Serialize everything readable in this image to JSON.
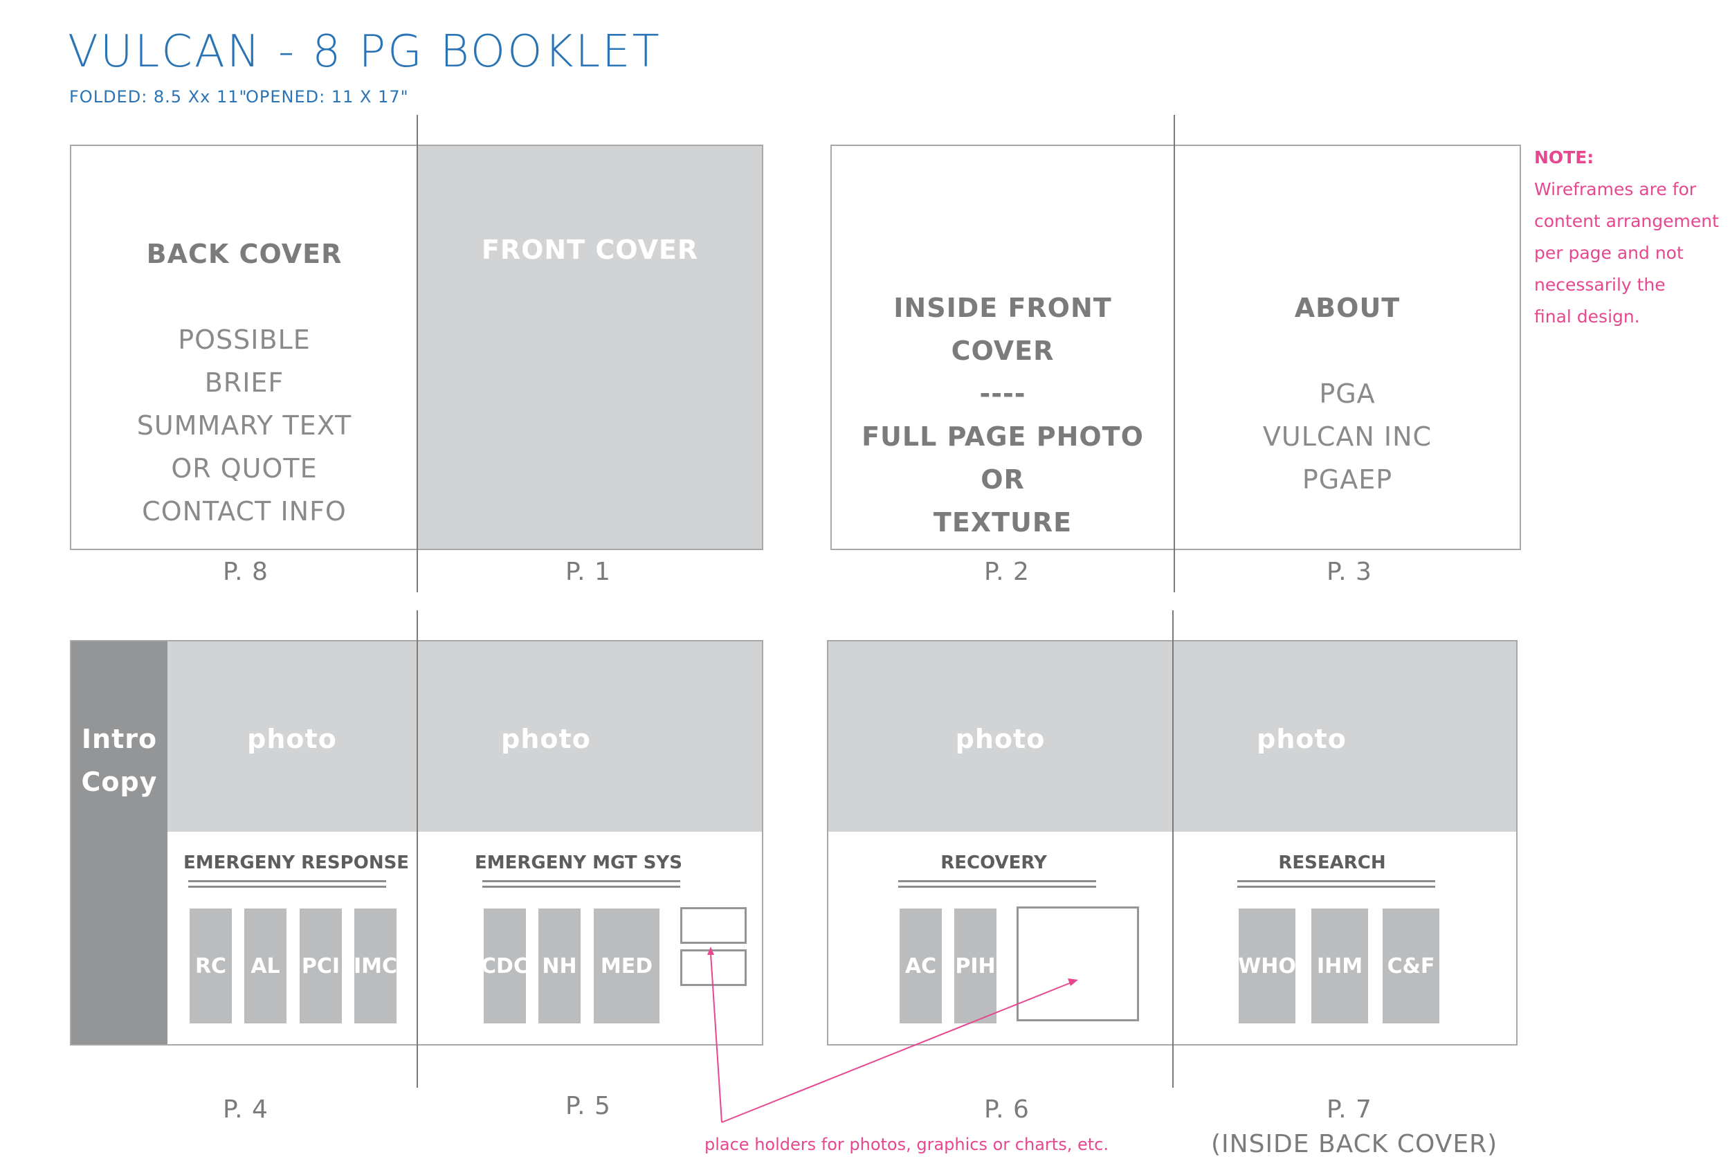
{
  "header": {
    "title": "VULCAN - 8 PG BOOKLET",
    "folded": "FOLDED: 8.5 Xx 11\"",
    "opened": "OPENED: 11 X 17\""
  },
  "note": {
    "heading": "NOTE:",
    "lines": [
      "Wireframes are for",
      "content arrangement",
      "per page and not",
      "necessarily the",
      "final design."
    ]
  },
  "spread1": {
    "p8": {
      "heading": "BACK COVER",
      "lines": [
        "POSSIBLE",
        "BRIEF",
        "SUMMARY TEXT",
        "OR QUOTE",
        "CONTACT INFO"
      ],
      "label": "P. 8"
    },
    "p1": {
      "heading": "FRONT COVER",
      "label": "P. 1"
    }
  },
  "spread2": {
    "p2": {
      "lines": [
        "INSIDE FRONT",
        "COVER",
        "----",
        "FULL PAGE PHOTO",
        "OR",
        "TEXTURE"
      ],
      "label": "P. 2"
    },
    "p3": {
      "heading": "ABOUT",
      "lines": [
        "PGA",
        "VULCAN INC",
        "PGAEP"
      ],
      "label": "P. 3"
    }
  },
  "spread3": {
    "intro": [
      "Intro",
      "Copy"
    ],
    "p4": {
      "photo": "photo",
      "section": "EMERGENY RESPONSE",
      "tiles": [
        "RC",
        "AL",
        "PCI",
        "IMC"
      ],
      "label": "P. 4"
    },
    "p5": {
      "photo": "photo",
      "section": "EMERGENY MGT SYS",
      "tiles": [
        "CDC",
        "NH",
        "MED"
      ],
      "label": "P. 5"
    }
  },
  "spread4": {
    "p6": {
      "photo": "photo",
      "section": "RECOVERY",
      "tiles": [
        "AC",
        "PIH"
      ],
      "label": "P. 6"
    },
    "p7": {
      "photo": "photo",
      "section": "RESEARCH",
      "tiles": [
        "WHO",
        "IHM",
        "C&F"
      ],
      "label": "P. 7",
      "label2": "(INSIDE BACK COVER)"
    }
  },
  "callout": "place holders for photos, graphics or charts, etc.",
  "colors": {
    "accent_blue": "#2a74b5",
    "note_pink": "#e6478f",
    "panel_light": "#d1d3d5",
    "panel_dark": "#939597",
    "tile": "#bbbcbe"
  }
}
